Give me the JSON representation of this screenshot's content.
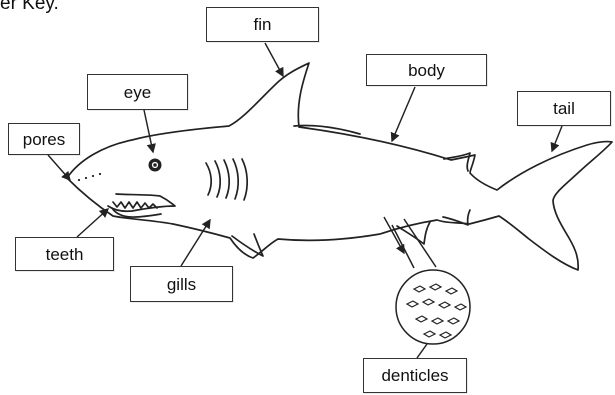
{
  "heading_fragment": "er Key.",
  "labels": {
    "fin": "fin",
    "body": "body",
    "eye": "eye",
    "tail": "tail",
    "pores": "pores",
    "teeth": "teeth",
    "gills": "gills",
    "denticles": "denticles"
  },
  "colors": {
    "line": "#222222",
    "box_border": "#333333",
    "background": "#ffffff"
  }
}
